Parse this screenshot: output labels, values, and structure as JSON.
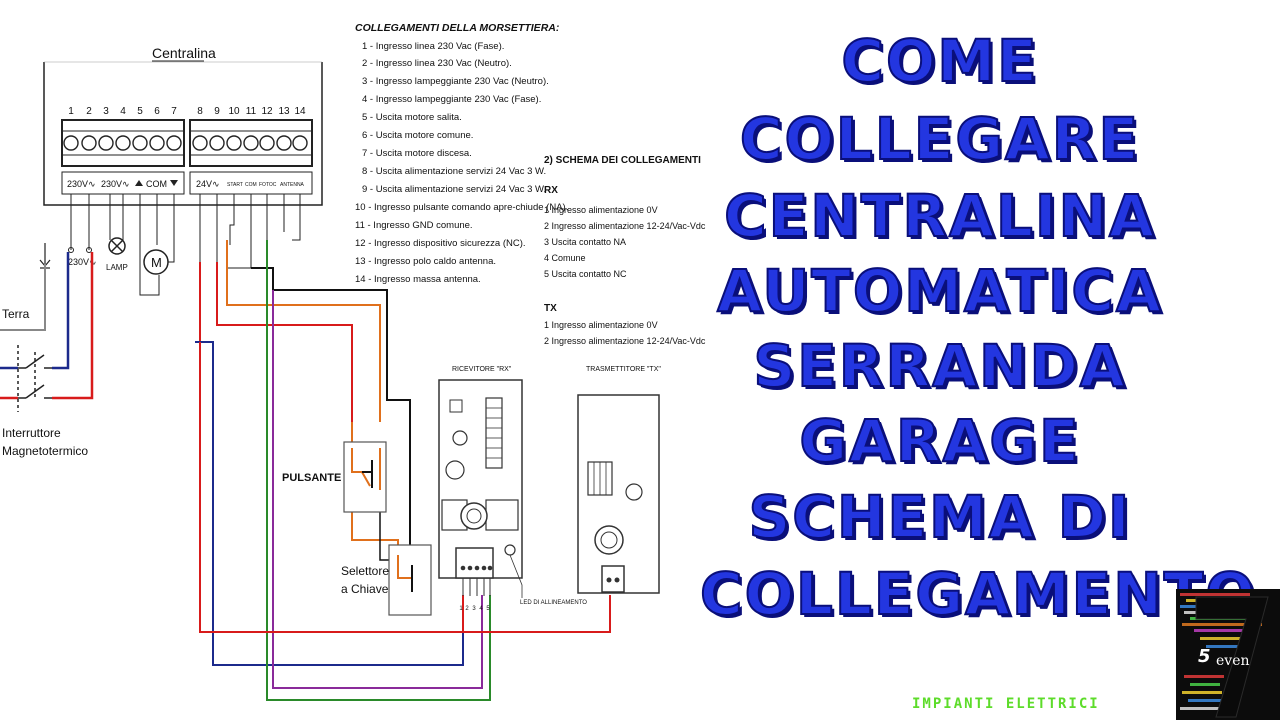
{
  "diagram": {
    "centralina_label": "Centralina",
    "terminal_numbers": [
      "1",
      "2",
      "3",
      "4",
      "5",
      "6",
      "7",
      "8",
      "9",
      "10",
      "11",
      "12",
      "13",
      "14"
    ],
    "terminal_labels": {
      "v230_a": "230V∿",
      "v230_b": "230V∿",
      "com": "COM",
      "v24": "24V∿",
      "start": "START",
      "com2": "COM",
      "fotoc": "FOTOC",
      "antenna": "ANTENNA"
    },
    "lamp_label": "LAMP",
    "motor_label": "M",
    "v230_side_label": "230V∿",
    "terra_label": "Terra",
    "interruttore_label_1": "Interruttore",
    "interruttore_label_2": "Magnetotermico",
    "pulsante_label": "PULSANTE",
    "selettore_label_1": "Selettore",
    "selettore_label_2": "a Chiave",
    "ricevitore_label": "RICEVITORE \"RX\"",
    "trasmettitore_label": "TRASMETTITORE \"TX\"",
    "led_label": "LED DI ALLINEAMENTO",
    "rx_terminal_numbers": [
      "1",
      "2",
      "3",
      "4",
      "5"
    ]
  },
  "morsettiera": {
    "title": "COLLEGAMENTI DELLA MORSETTIERA:",
    "items": [
      "1 - Ingresso linea 230 Vac (Fase).",
      "2 - Ingresso linea 230 Vac (Neutro).",
      "3 - Ingresso lampeggiante 230 Vac (Neutro).",
      "4 - Ingresso lampeggiante 230 Vac (Fase).",
      "5 - Uscita motore salita.",
      "6 - Uscita motore comune.",
      "7 - Uscita motore discesa.",
      "8 - Uscita alimentazione servizi 24 Vac 3 W.",
      "9 - Uscita alimentazione servizi 24 Vac 3 W.",
      "10 - Ingresso pulsante comando apre-chiude (NA).",
      "11 - Ingresso GND comune.",
      "12 - Ingresso dispositivo sicurezza (NC).",
      "13 - Ingresso polo caldo antenna.",
      "14 - Ingresso massa antenna."
    ]
  },
  "schema": {
    "title": "2) SCHEMA DEI COLLEGAMENTI",
    "rx_title": "RX",
    "rx_items": [
      "1 Ingresso alimentazione 0V",
      "2 Ingresso alimentazione 12-24/Vac-Vdc",
      "3 Uscita contatto NA",
      "4 Comune",
      "5 Uscita contatto NC"
    ],
    "tx_title": "TX",
    "tx_items": [
      "1 Ingresso alimentazione 0V",
      "2 Ingresso alimentazione 12-24/Vac-Vdc"
    ]
  },
  "title_lines": [
    "COME",
    "COLLEGARE",
    "CENTRALINA",
    "AUTOMATICA",
    "SERRANDA",
    "GARAGE",
    "SCHEMA DI",
    "COLLEGAMENTO"
  ],
  "footer": {
    "impianti": "IMPIANTI ELETTRICI"
  },
  "logo": {
    "word": "even"
  },
  "colors": {
    "title_fill": "#2336e0",
    "title_outline": "#0a0f7a",
    "wire_red": "#d81b1b",
    "wire_blue": "#1c2a8c",
    "wire_orange": "#e0701c",
    "wire_green": "#2a8a2a",
    "wire_purple": "#8a2a9a",
    "footer_green": "#5ddc2a"
  }
}
